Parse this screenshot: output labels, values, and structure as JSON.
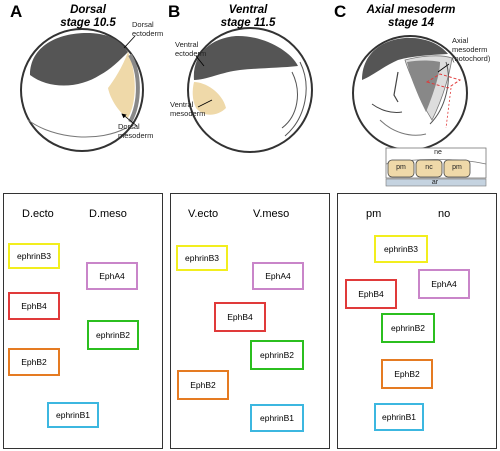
{
  "colors": {
    "ephrinB3": "#f2ee1e",
    "EphA4": "#c985c9",
    "EphB4": "#e03a3a",
    "ephrinB2": "#2bbf1f",
    "EphB2": "#e57b22",
    "ephrinB1": "#3cb7e0",
    "mesoderm": "#efd9a9",
    "ectoderm_dark": "#555555",
    "notochord": "#888888"
  },
  "panelA": {
    "letter": "A",
    "title": "Dorsal\nstage 10.5",
    "labels": {
      "ectoderm": "Dorsal\nectoderm",
      "mesoderm": "Dorsal\nmesoderm"
    },
    "col_left": "D.ecto",
    "col_right": "D.meso",
    "nodes": {
      "ephrinB3": "ephrinB3",
      "EphA4": "EphA4",
      "EphB4": "EphB4",
      "ephrinB2": "ephrinB2",
      "EphB2": "EphB2",
      "ephrinB1": "ephrinB1"
    }
  },
  "panelB": {
    "letter": "B",
    "title": "Ventral\nstage 11.5",
    "labels": {
      "ectoderm": "Ventral\nectoderm",
      "mesoderm": "Ventral\nmesoderm"
    },
    "col_left": "V.ecto",
    "col_right": "V.meso",
    "nodes": {
      "ephrinB3": "ephrinB3",
      "EphA4": "EphA4",
      "EphB4": "EphB4",
      "ephrinB2": "ephrinB2",
      "EphB2": "EphB2",
      "ephrinB1": "ephrinB1"
    }
  },
  "panelC": {
    "letter": "C",
    "title": "Axial mesoderm\nstage 14",
    "labels": {
      "axial": "Axial\nmesoderm\n(notochord)"
    },
    "section": {
      "ne": "ne",
      "pm_left": "pm",
      "nc": "nc",
      "pm_right": "pm",
      "ar": "ar"
    },
    "col_left": "pm",
    "col_right": "no",
    "nodes": {
      "ephrinB3": "ephrinB3",
      "EphA4": "EphA4",
      "EphB4": "EphB4",
      "ephrinB2": "ephrinB2",
      "EphB2": "EphB2",
      "ephrinB1": "ephrinB1"
    }
  }
}
